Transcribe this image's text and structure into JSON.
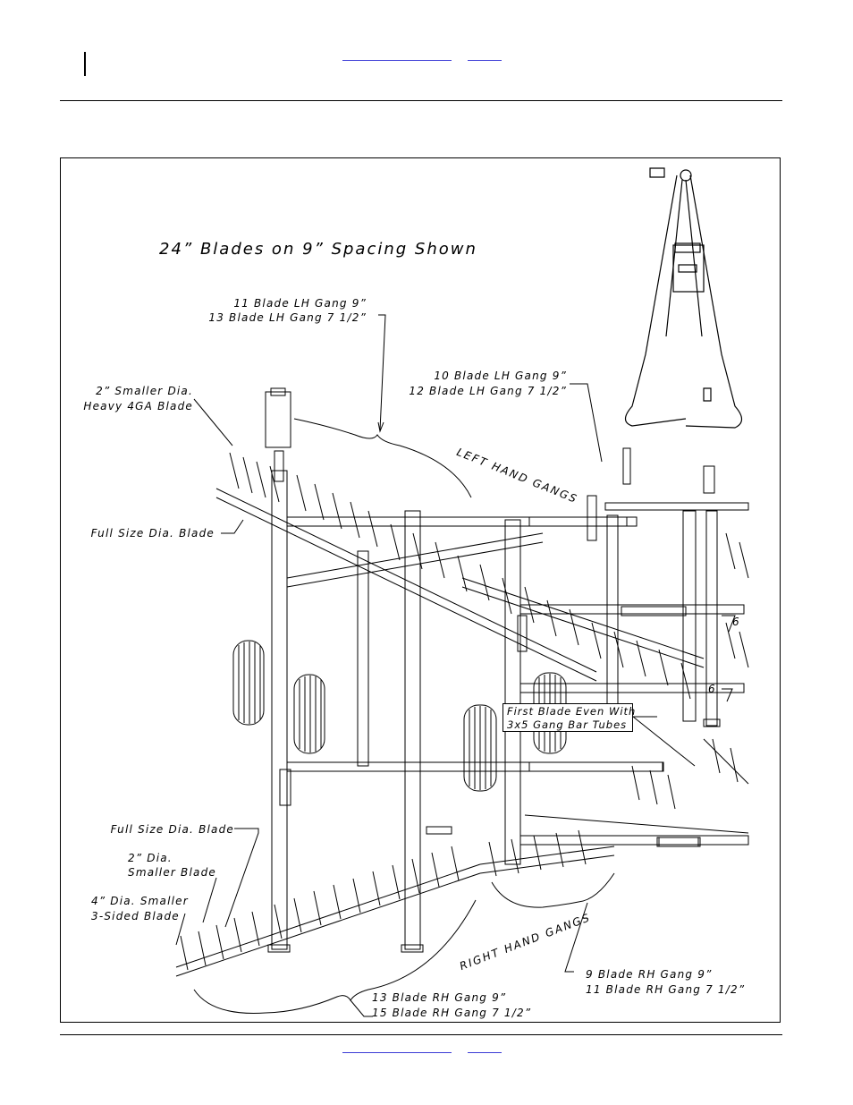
{
  "diagram": {
    "title": "24” Blades on 9” Spacing Shown",
    "labels": {
      "lh_outer_line1": "11 Blade LH Gang 9”",
      "lh_outer_line2": "13 Blade LH Gang 7 1/2”",
      "smaller_heavy_line1": "2” Smaller Dia.",
      "smaller_heavy_line2": "Heavy 4GA Blade",
      "lh_inner_line1": "10 Blade LH Gang 9”",
      "lh_inner_line2": "12 Blade LH Gang 7 1/2”",
      "left_hand_gangs": "LEFT HAND GANGS",
      "full_size_top": "Full Size Dia. Blade",
      "callout_6a": "6",
      "callout_6b": "6",
      "first_blade_line1": "First Blade Even With",
      "first_blade_line2": "3x5 Gang Bar Tubes",
      "full_size_bottom": "Full Size Dia. Blade",
      "two_dia_line1": "2” Dia.",
      "two_dia_line2": "Smaller Blade",
      "four_dia_line1": "4” Dia. Smaller",
      "four_dia_line2": "3-Sided Blade",
      "right_hand_gangs": "RIGHT HAND GANGS",
      "rh_inner_line1": "9 Blade RH Gang 9”",
      "rh_inner_line2": "11 Blade RH Gang 7 1/2”",
      "rh_outer_line1": "13 Blade RH Gang 9”",
      "rh_outer_line2": "15 Blade RH Gang 7 1/2”"
    }
  }
}
